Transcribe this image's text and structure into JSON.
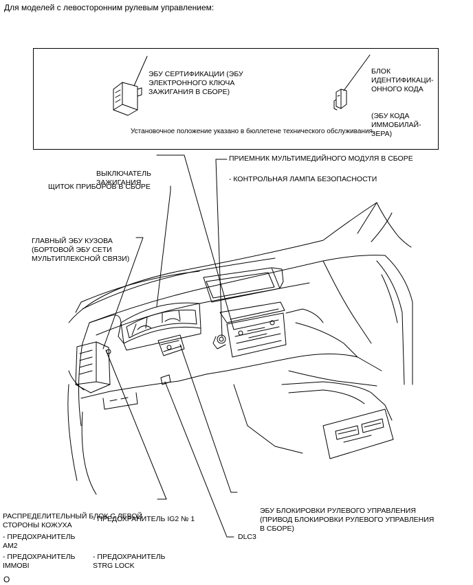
{
  "header": "Для моделей с левосторонним рулевым управлением:",
  "box": {
    "ecu_cert": [
      "ЭБУ СЕРТИФИКАЦИИ (ЭБУ",
      "ЭЛЕКТРОННОГО КЛЮЧА",
      "ЗАЖИГАНИЯ В СБОРЕ)"
    ],
    "id_block": [
      "БЛОК",
      "ИДЕНТИФИКАЦИ-",
      "ОННОГО КОДА",
      "(ЭБУ КОДА",
      "ИММОБИЛАЙ-",
      "ЗЕРА)"
    ],
    "note": "Установочное положение указано в бюллетене технического обслуживания."
  },
  "labels": {
    "ignition_switch": [
      "ВЫКЛЮЧАТЕЛЬ",
      "ЗАЖИГАНИЯ"
    ],
    "multimedia": "ПРИЕМНИК МУЛЬТИМЕДИЙНОГО МОДУЛЯ В СБОРЕ",
    "security_lamp": "- КОНТРОЛЬНАЯ ЛАМПА БЕЗОПАСНОСТИ",
    "instrument_panel": "ЩИТОК ПРИБОРОВ В СБОРЕ",
    "body_ecu": [
      "ГЛАВНЫЙ ЭБУ КУЗОВА",
      "(БОРТОВОЙ ЭБУ СЕТИ",
      "МУЛЬТИПЛЕКСНОЙ СВЯЗИ)"
    ],
    "junction_block": "РАСПРЕДЕЛИТЕЛЬНЫЙ БЛОК С ЛЕВОЙ",
    "junction_block2": "СТОРОНЫ КОЖУХА",
    "fuse_am2": [
      "- ПРЕДОХРАНИТЕЛЬ",
      "AM2"
    ],
    "fuse_ig2": "- ПРЕДОХРАНИТЕЛЬ IG2 № 1",
    "fuse_immobi": [
      "- ПРЕДОХРАНИТЕЛЬ",
      "IMMOBI"
    ],
    "fuse_strg": [
      "- ПРЕДОХРАНИТЕЛЬ",
      "STRG LOCK"
    ],
    "steering_lock": [
      "ЭБУ БЛОКИРОВКИ РУЛЕВОГО УПРАВЛЕНИЯ",
      "(ПРИВОД БЛОКИРОВКИ РУЛЕВОГО УПРАВЛЕНИЯ",
      "В СБОРЕ)"
    ],
    "dlc3": "DLC3"
  },
  "footer": "O"
}
